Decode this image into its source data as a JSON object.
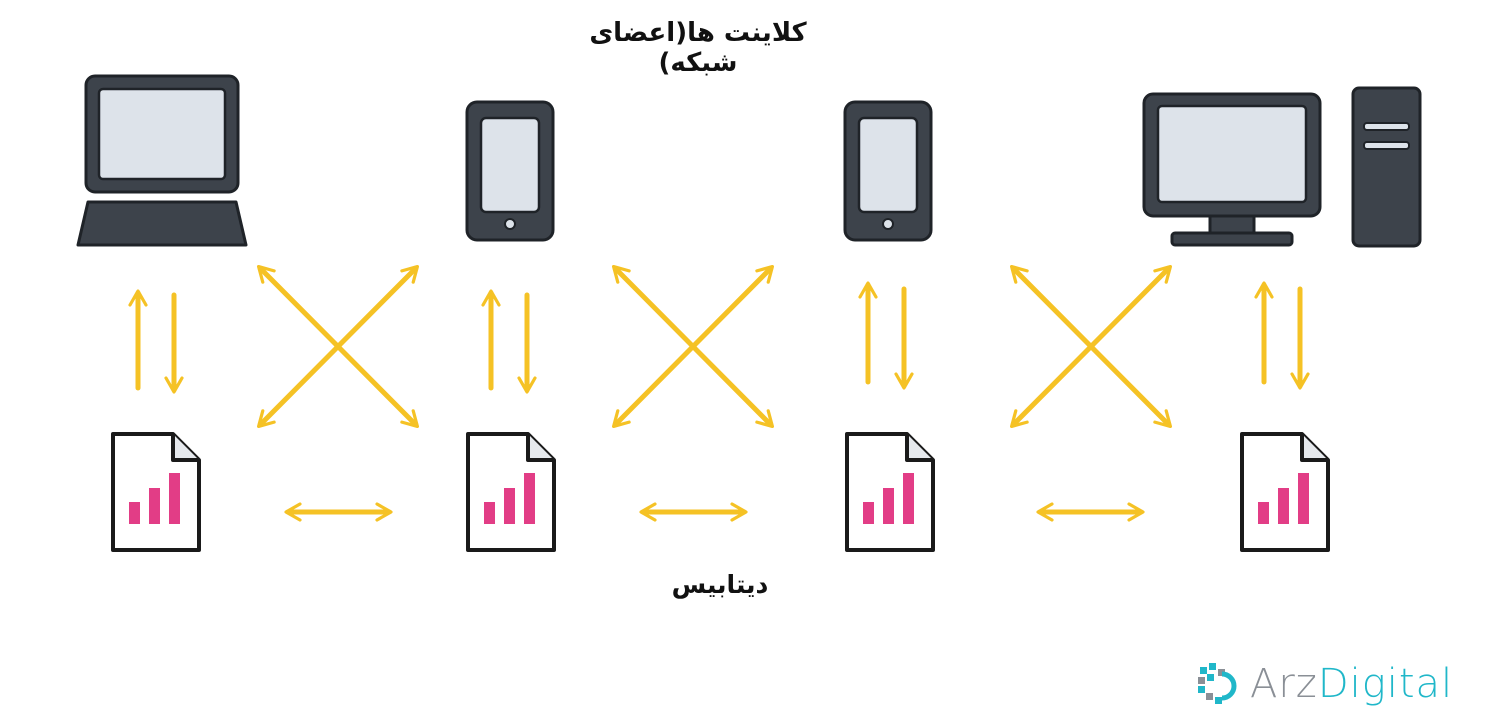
{
  "titles": {
    "clients": "کلاینت ها(اعضای شبکه)",
    "database": "دیتابیس"
  },
  "brand": {
    "name_part1": "Arz",
    "name_part2": "Digital",
    "color_gray": "#8a8f96",
    "color_teal": "#20b7c9"
  },
  "colors": {
    "arrow": "#f5c225",
    "device_dark": "#3d434b",
    "screen": "#dde3ea",
    "bars": "#e23d86"
  },
  "clients": [
    {
      "device": "laptop-icon"
    },
    {
      "device": "tablet-icon"
    },
    {
      "device": "tablet-icon"
    },
    {
      "device": "desktop-computer-icon"
    }
  ],
  "databases": [
    {
      "icon": "database-file-icon"
    },
    {
      "icon": "database-file-icon"
    },
    {
      "icon": "database-file-icon"
    },
    {
      "icon": "database-file-icon"
    }
  ]
}
